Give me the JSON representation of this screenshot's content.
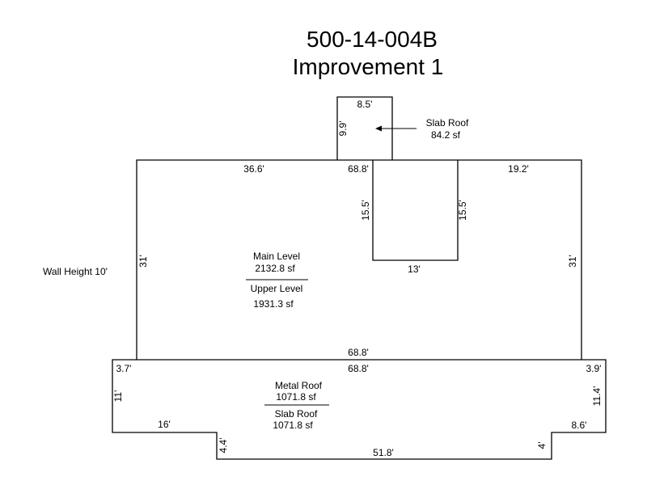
{
  "header": {
    "parcel_id": "500-14-004B",
    "improvement": "Improvement 1"
  },
  "side_note": "Wall Height 10'",
  "areas": {
    "slab_roof_top": {
      "name": "Slab Roof",
      "area": "84.2 sf"
    },
    "main_level": {
      "name": "Main Level",
      "area": "2132.8 sf"
    },
    "upper_level": {
      "name": "Upper Level",
      "area": "1931.3 sf"
    },
    "metal_roof": {
      "name": "Metal Roof",
      "area": "1071.8 sf"
    },
    "slab_roof_bottom": {
      "name": "Slab Roof",
      "area": "1071.8 sf"
    }
  },
  "dimensions": {
    "top_box_width": "8.5'",
    "top_box_height": "9.9'",
    "main_top_left": "36.6'",
    "main_top_middle": "68.8'",
    "main_top_right": "19.2'",
    "notch_left": "15.5'",
    "notch_right": "15.5'",
    "notch_bottom": "13'",
    "main_left": "31'",
    "main_right": "31'",
    "main_bottom": "68.8'",
    "lower_top": "68.8'",
    "lower_top_left": "3.7'",
    "lower_top_right": "3.9'",
    "lower_left": "11'",
    "lower_right": "11.4'",
    "lower_step_left": "16'",
    "lower_step_right": "8.6'",
    "lower_jog_left": "4.4'",
    "lower_jog_right": "4'",
    "lower_bottom": "51.8'"
  }
}
